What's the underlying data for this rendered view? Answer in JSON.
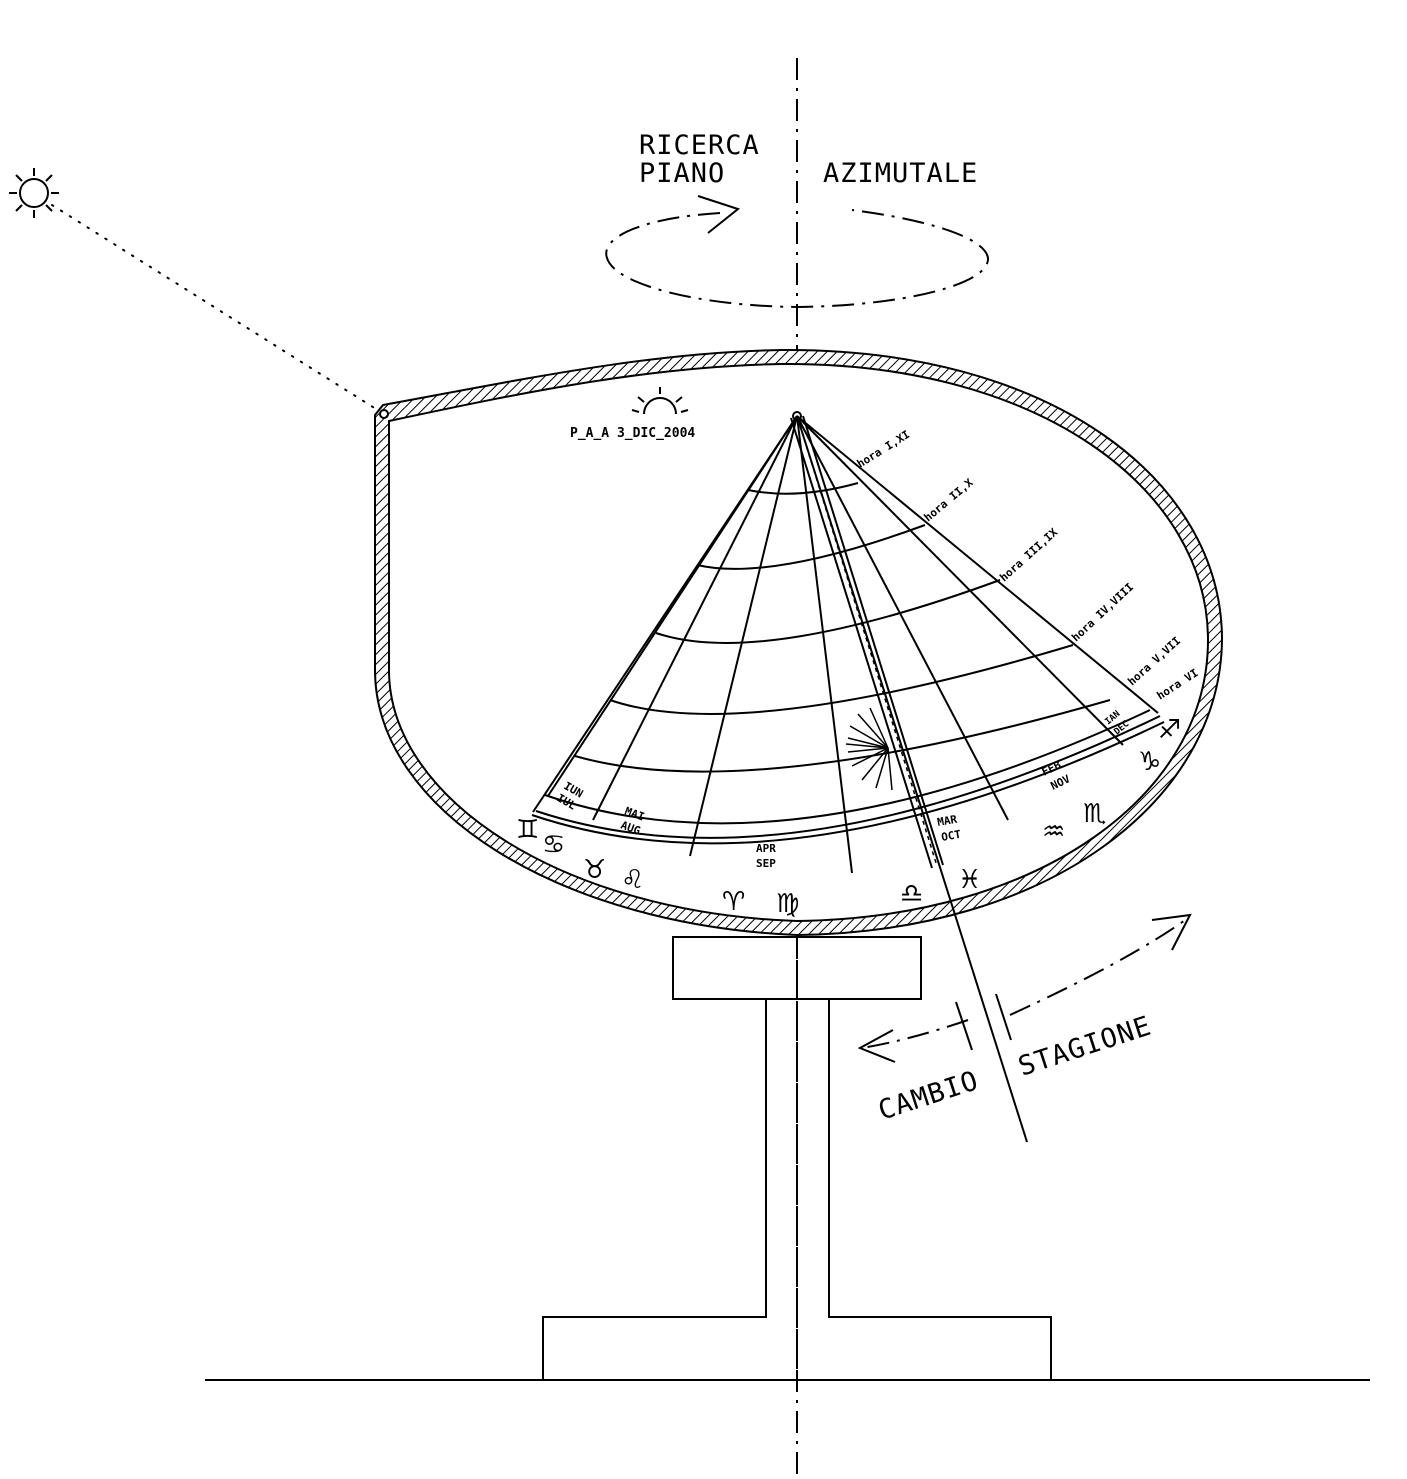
{
  "labels": {
    "ricerca": "RICERCA",
    "piano": "PIANO",
    "azimutale": "AZIMUTALE",
    "cambio": "CAMBIO",
    "stagione": "STAGIONE",
    "signature": "P_A_A 3_DIC_2004"
  },
  "hours": [
    "hora I,XI",
    "hora II,X",
    "hora III,IX",
    "hora IV,VIII",
    "hora V,VII",
    "hora VI"
  ],
  "months": [
    {
      "l1": "IUN",
      "l2": "IUL"
    },
    {
      "l1": "MAI",
      "l2": "AUG"
    },
    {
      "l1": "APR",
      "l2": "SEP"
    },
    {
      "l1": "MAR",
      "l2": "OCT"
    },
    {
      "l1": "FEB",
      "l2": "NOV"
    },
    {
      "l1": "IAN",
      "l2": "DEC"
    }
  ],
  "zodiac": {
    "gemini": "♊",
    "cancer": "♋",
    "taurus": "♉",
    "leo": "♌",
    "aries": "♈",
    "virgo": "♍",
    "libra": "♎",
    "pisces": "♓",
    "aquarius": "♒",
    "scorpio": "♏",
    "capricorn": "♑",
    "sagittarius": "♐"
  },
  "icons": [
    "sun-icon",
    "sunrise-icon",
    "sun-glow-icon"
  ]
}
